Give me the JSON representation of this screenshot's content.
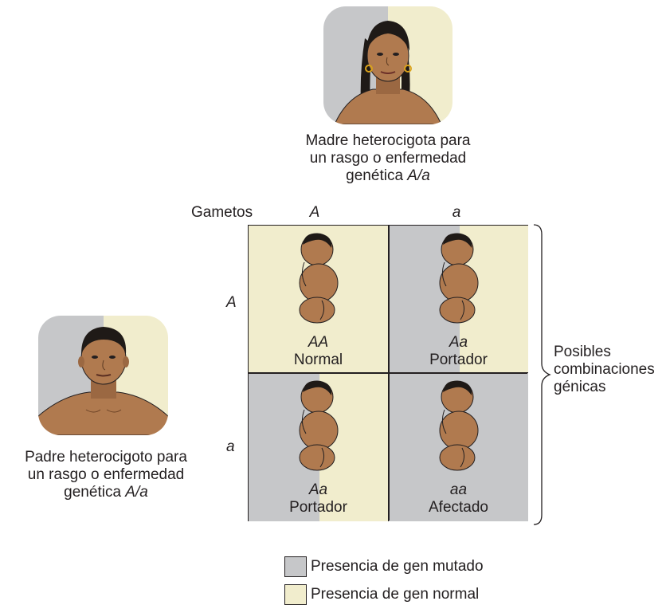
{
  "mother": {
    "caption_line1": "Madre heterocigota para",
    "caption_line2": "un rasgo o enfermedad",
    "caption_line3_prefix": "genética ",
    "caption_line3_genotype": "A/a"
  },
  "father": {
    "caption_line1": "Padre heterocigoto para",
    "caption_line2": "un rasgo o enfermedad",
    "caption_line3_prefix": "genética ",
    "caption_line3_genotype": "A/a"
  },
  "grid": {
    "gametes_label": "Gametos",
    "column_alleles": [
      "A",
      "a"
    ],
    "row_alleles": [
      "A",
      "a"
    ],
    "cells": [
      {
        "genotype": "AA",
        "phenotype": "Normal",
        "background": "normal"
      },
      {
        "genotype": "Aa",
        "phenotype": "Portador",
        "background": "split"
      },
      {
        "genotype": "Aa",
        "phenotype": "Portador",
        "background": "split"
      },
      {
        "genotype": "aa",
        "phenotype": "Afectado",
        "background": "mutated"
      }
    ]
  },
  "brace_label": {
    "line1": "Posibles",
    "line2": "combinaciones",
    "line3": "génicas"
  },
  "legend": {
    "items": [
      {
        "label": "Presencia de gen mutado",
        "color": "#c6c7c9"
      },
      {
        "label": "Presencia de gen normal",
        "color": "#f1edcd"
      }
    ]
  },
  "colors": {
    "mutated": "#c6c7c9",
    "normal": "#f1edcd",
    "skin": "#b07a4f",
    "skin_shadow": "#8c5a36",
    "hair": "#1f1a17"
  }
}
